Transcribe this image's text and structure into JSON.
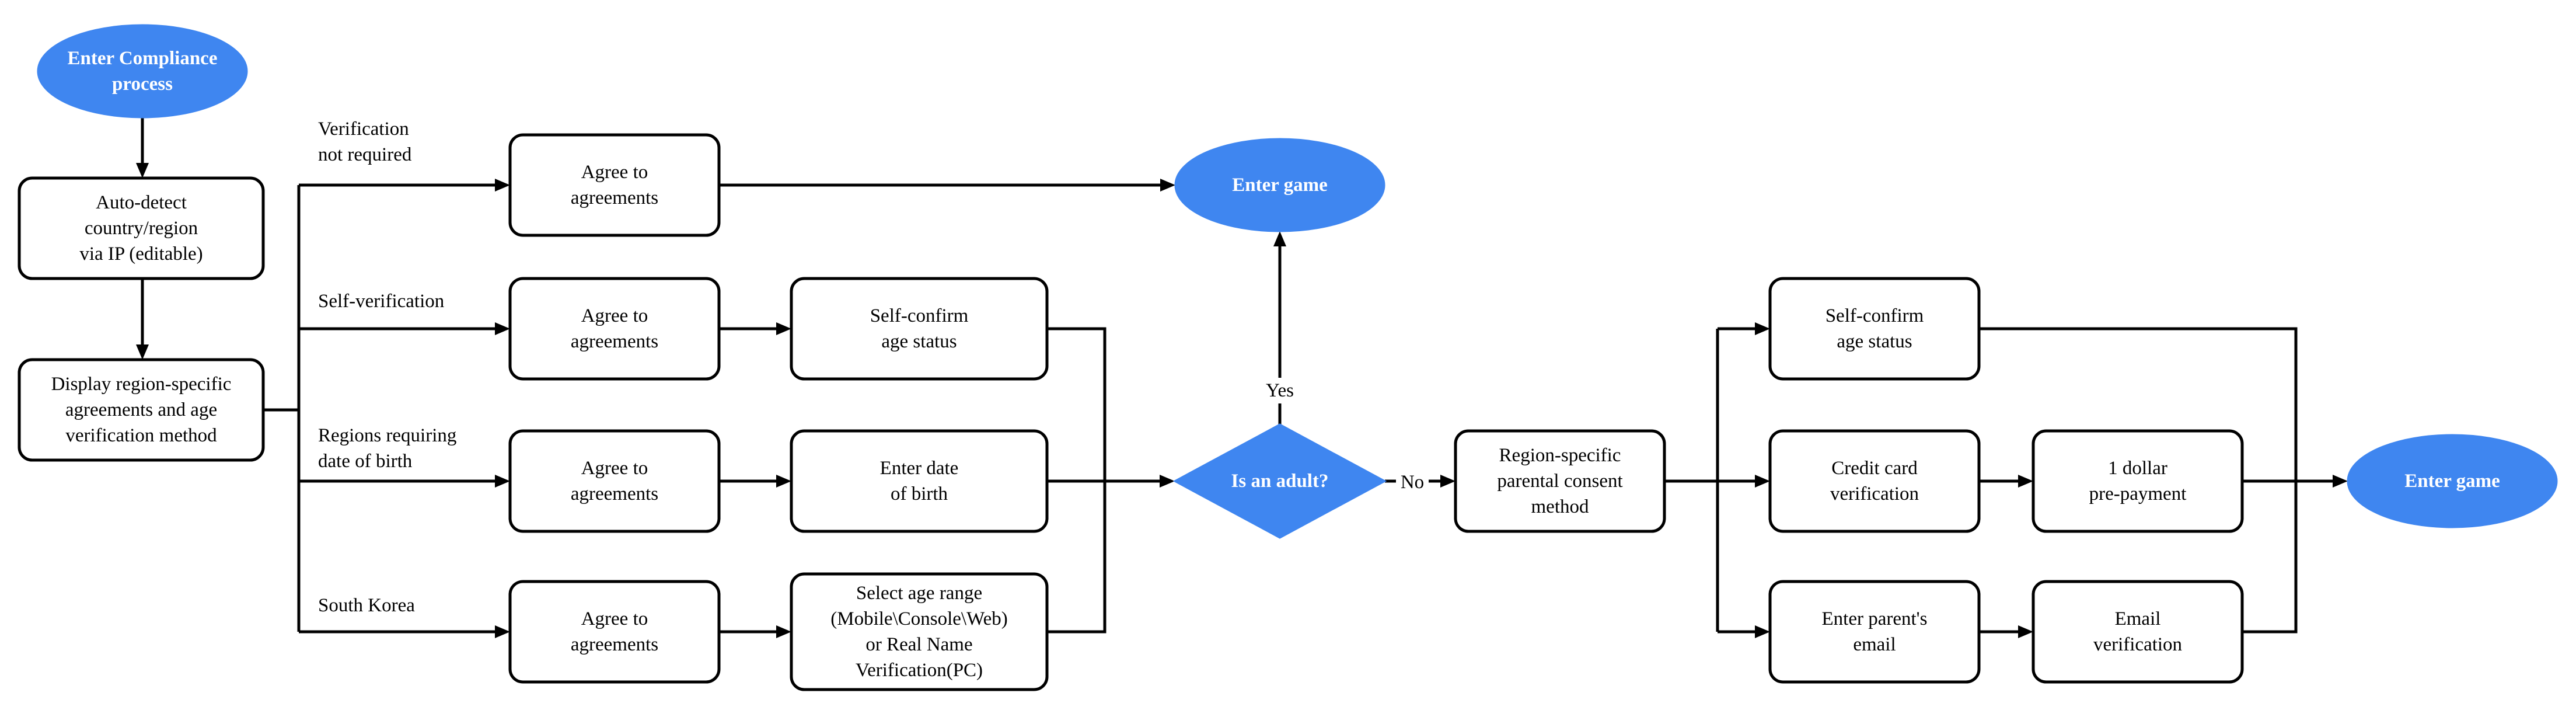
{
  "colors": {
    "accent": "#3f86f0",
    "stroke": "#000000",
    "box_fill": "#ffffff",
    "shape_text": "#ffffff"
  },
  "nodes": {
    "enter_compliance": [
      "Enter Compliance",
      "process"
    ],
    "auto_detect": [
      "Auto-detect",
      "country/region",
      "via IP (editable)"
    ],
    "display_agreements": [
      "Display region-specific",
      "agreements and age",
      "verification method"
    ],
    "agree_1": [
      "Agree to",
      "agreements"
    ],
    "agree_2": [
      "Agree to",
      "agreements"
    ],
    "agree_3": [
      "Agree to",
      "agreements"
    ],
    "agree_4": [
      "Agree to",
      "agreements"
    ],
    "self_confirm_1": [
      "Self-confirm",
      "age status"
    ],
    "enter_dob": [
      "Enter date",
      "of birth"
    ],
    "select_age_range": [
      "Select age range",
      "(Mobile\\Console\\Web)",
      "or Real Name",
      "Verification(PC)"
    ],
    "enter_game_top": [
      "Enter game"
    ],
    "is_adult": [
      "Is an adult?"
    ],
    "parental_consent": [
      "Region-specific",
      "parental consent",
      "method"
    ],
    "self_confirm_2": [
      "Self-confirm",
      "age status"
    ],
    "credit_card": [
      "Credit card",
      "verification"
    ],
    "one_dollar": [
      "1 dollar",
      "pre-payment"
    ],
    "parent_email": [
      "Enter parent's",
      "email"
    ],
    "email_verification": [
      "Email",
      "verification"
    ],
    "enter_game_right": [
      "Enter game"
    ]
  },
  "edge_labels": {
    "not_required": [
      "Verification",
      "not required"
    ],
    "self_verification": [
      "Self-verification"
    ],
    "dob_regions": [
      "Regions requiring",
      "date of birth"
    ],
    "south_korea": [
      "South Korea"
    ],
    "yes": [
      "Yes"
    ],
    "no": [
      "No"
    ]
  }
}
